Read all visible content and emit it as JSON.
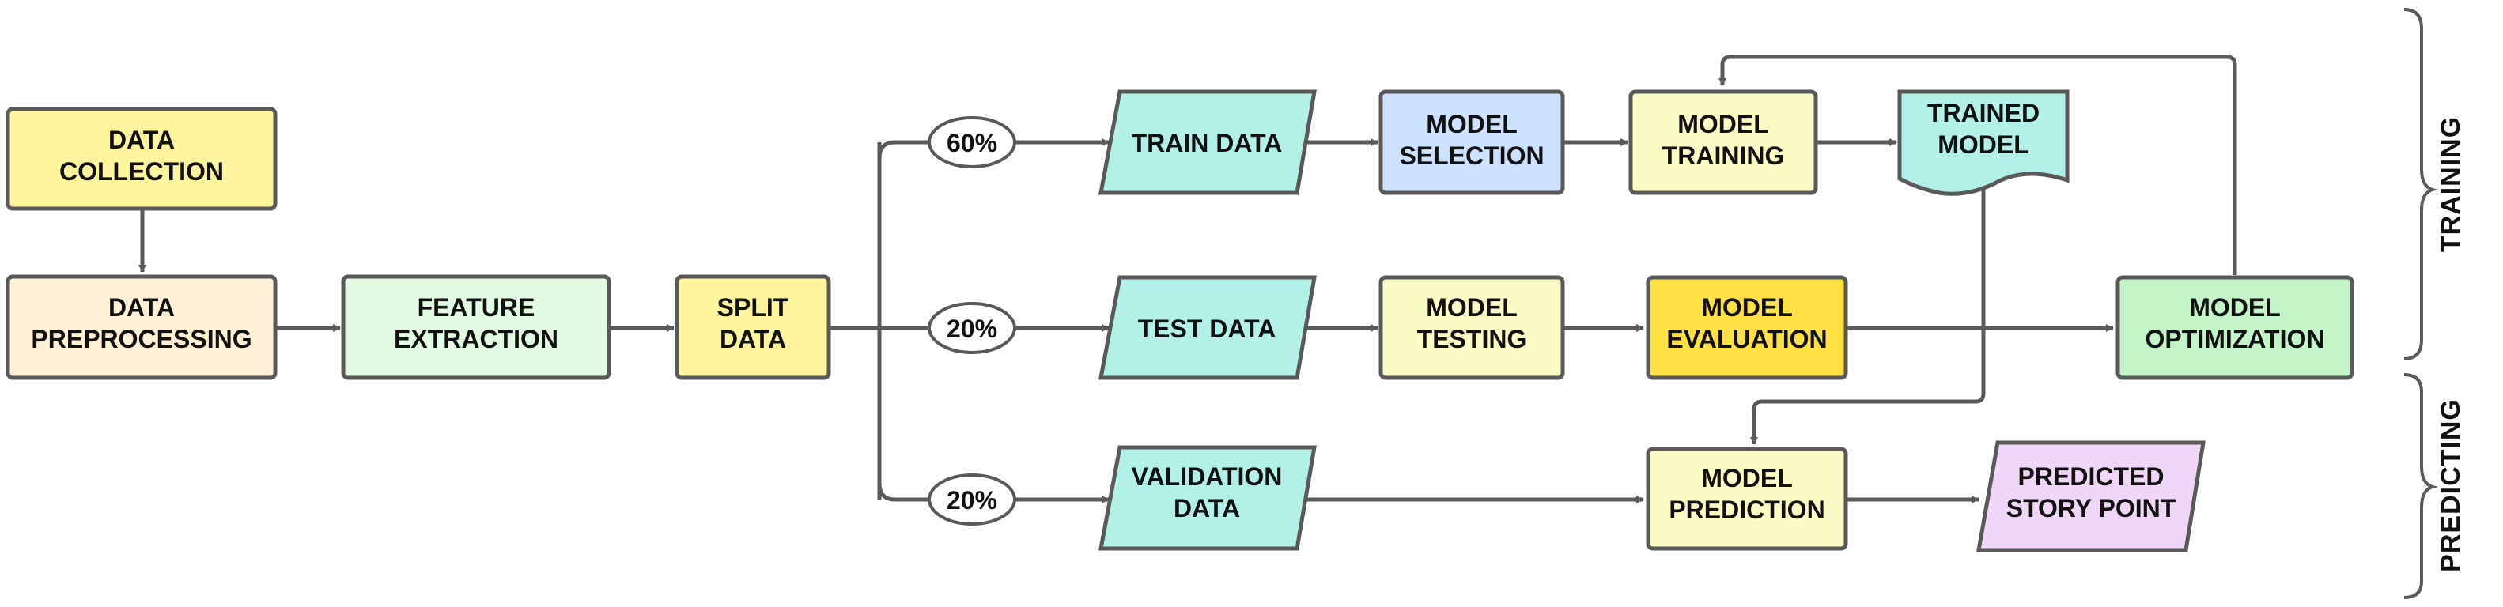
{
  "nodes": {
    "data_collection": {
      "lines": [
        "DATA",
        "COLLECTION"
      ],
      "color": "#fff59d"
    },
    "data_preprocessing": {
      "lines": [
        "DATA",
        "PREPROCESSING"
      ],
      "color": "#fff0d6"
    },
    "feature_extraction": {
      "lines": [
        "FEATURE",
        "EXTRACTION"
      ],
      "color": "#e2f9e2"
    },
    "split_data": {
      "lines": [
        "SPLIT",
        "DATA"
      ],
      "color": "#fff59d"
    },
    "train_data": {
      "lines": [
        "TRAIN DATA"
      ],
      "color": "#b3f1e8"
    },
    "test_data": {
      "lines": [
        "TEST DATA"
      ],
      "color": "#b3f1e8"
    },
    "validation_data": {
      "lines": [
        "VALIDATION",
        "DATA"
      ],
      "color": "#b3f1e8"
    },
    "model_selection": {
      "lines": [
        "MODEL",
        "SELECTION"
      ],
      "color": "#cde2ff"
    },
    "model_training": {
      "lines": [
        "MODEL",
        "TRAINING"
      ],
      "color": "#fbfbc6"
    },
    "trained_model": {
      "lines": [
        "TRAINED",
        "MODEL"
      ],
      "color": "#b3f1e8"
    },
    "model_testing": {
      "lines": [
        "MODEL",
        "TESTING"
      ],
      "color": "#fbfbc6"
    },
    "model_evaluation": {
      "lines": [
        "MODEL",
        "EVALUATION"
      ],
      "color": "#ffe045"
    },
    "model_optimization": {
      "lines": [
        "MODEL",
        "OPTIMIZATION"
      ],
      "color": "#c4f5c9"
    },
    "model_prediction": {
      "lines": [
        "MODEL",
        "PREDICTION"
      ],
      "color": "#fbfbc6"
    },
    "predicted_story_point": {
      "lines": [
        "PREDICTED",
        "STORY POINT"
      ],
      "color": "#f0d6f7"
    }
  },
  "splits": {
    "train": "60%",
    "test": "20%",
    "validation": "20%"
  },
  "phases": {
    "training": "TRAINING",
    "predicting": "PREDICTING"
  },
  "colors": {
    "stroke": "#595959",
    "edge": "#5a5a5a"
  }
}
